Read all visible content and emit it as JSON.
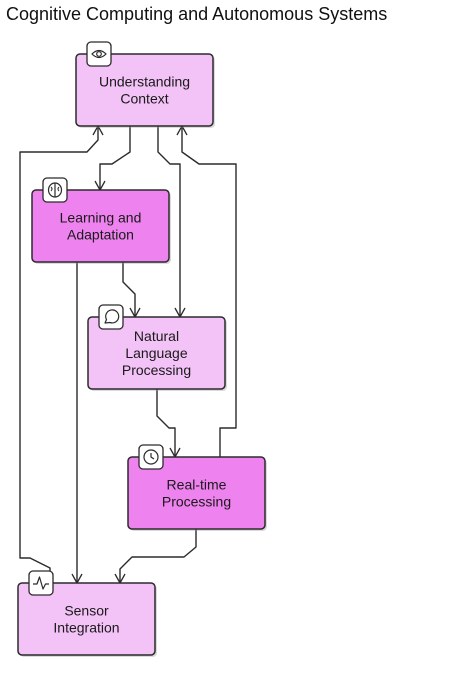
{
  "title": "Cognitive Computing and Autonomous Systems",
  "colors": {
    "light_fill": "#f3c2f7",
    "dark_fill": "#ee82ee",
    "stroke": "#2b2b2b",
    "icon_bg": "#ffffff"
  },
  "nodes": [
    {
      "id": "understanding",
      "label_lines": [
        "Understanding",
        "Context"
      ],
      "icon": "eye-icon",
      "style": "light"
    },
    {
      "id": "learning",
      "label_lines": [
        "Learning and",
        "Adaptation"
      ],
      "icon": "brain-icon",
      "style": "dark"
    },
    {
      "id": "nlp",
      "label_lines": [
        "Natural",
        "Language",
        "Processing"
      ],
      "icon": "chat-bubble-icon",
      "style": "light"
    },
    {
      "id": "realtime",
      "label_lines": [
        "Real-time",
        "Processing"
      ],
      "icon": "clock-icon",
      "style": "dark"
    },
    {
      "id": "sensor",
      "label_lines": [
        "Sensor",
        "Integration"
      ],
      "icon": "pulse-icon",
      "style": "light"
    }
  ],
  "edges": [
    {
      "from": "understanding",
      "to": "learning"
    },
    {
      "from": "understanding",
      "to": "nlp"
    },
    {
      "from": "learning",
      "to": "nlp"
    },
    {
      "from": "learning",
      "to": "sensor"
    },
    {
      "from": "nlp",
      "to": "realtime"
    },
    {
      "from": "realtime",
      "to": "understanding"
    },
    {
      "from": "realtime",
      "to": "sensor"
    },
    {
      "from": "sensor",
      "to": "understanding"
    }
  ]
}
